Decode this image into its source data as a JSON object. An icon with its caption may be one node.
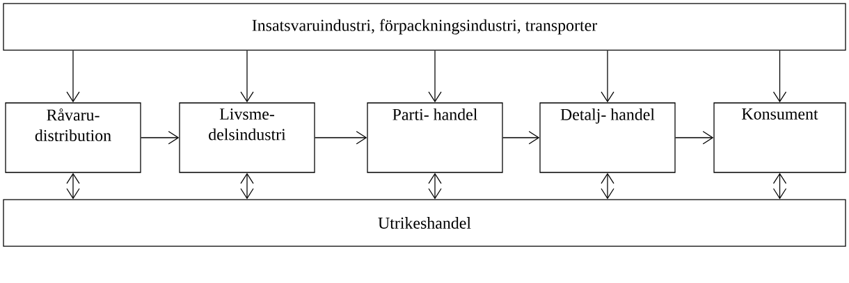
{
  "diagram": {
    "nodes": [
      {
        "text": [
          "Insatsvaruindustri, förpackningsindustri, transporter"
        ]
      },
      {
        "text": [
          "Råvaru- distribution"
        ]
      },
      {
        "text": [
          "Livsme- delsindustri"
        ]
      },
      {
        "text": [
          "Parti- handel"
        ]
      },
      {
        "text": [
          "Detalj- handel"
        ]
      },
      {
        "text": [
          "Konsument"
        ]
      },
      {
        "text": [
          "Utrikeshandel"
        ]
      }
    ],
    "edges": [
      {
        "from": 0,
        "to": 1,
        "arrow": "to"
      },
      {
        "from": 0,
        "to": 2,
        "arrow": "to"
      },
      {
        "from": 0,
        "to": 3,
        "arrow": "to"
      },
      {
        "from": 0,
        "to": 4,
        "arrow": "to"
      },
      {
        "from": 0,
        "to": 5,
        "arrow": "to"
      },
      {
        "from": 1,
        "to": 2,
        "arrow": "to"
      },
      {
        "from": 2,
        "to": 3,
        "arrow": "to"
      },
      {
        "from": 3,
        "to": 4,
        "arrow": "to"
      },
      {
        "from": 4,
        "to": 5,
        "arrow": "to"
      },
      {
        "from": 1,
        "to": 6,
        "arrow": "both"
      },
      {
        "from": 2,
        "to": 6,
        "arrow": "both"
      },
      {
        "from": 3,
        "to": 6,
        "arrow": "both"
      },
      {
        "from": 4,
        "to": 6,
        "arrow": "both"
      },
      {
        "from": 5,
        "to": 6,
        "arrow": "both"
      }
    ]
  }
}
